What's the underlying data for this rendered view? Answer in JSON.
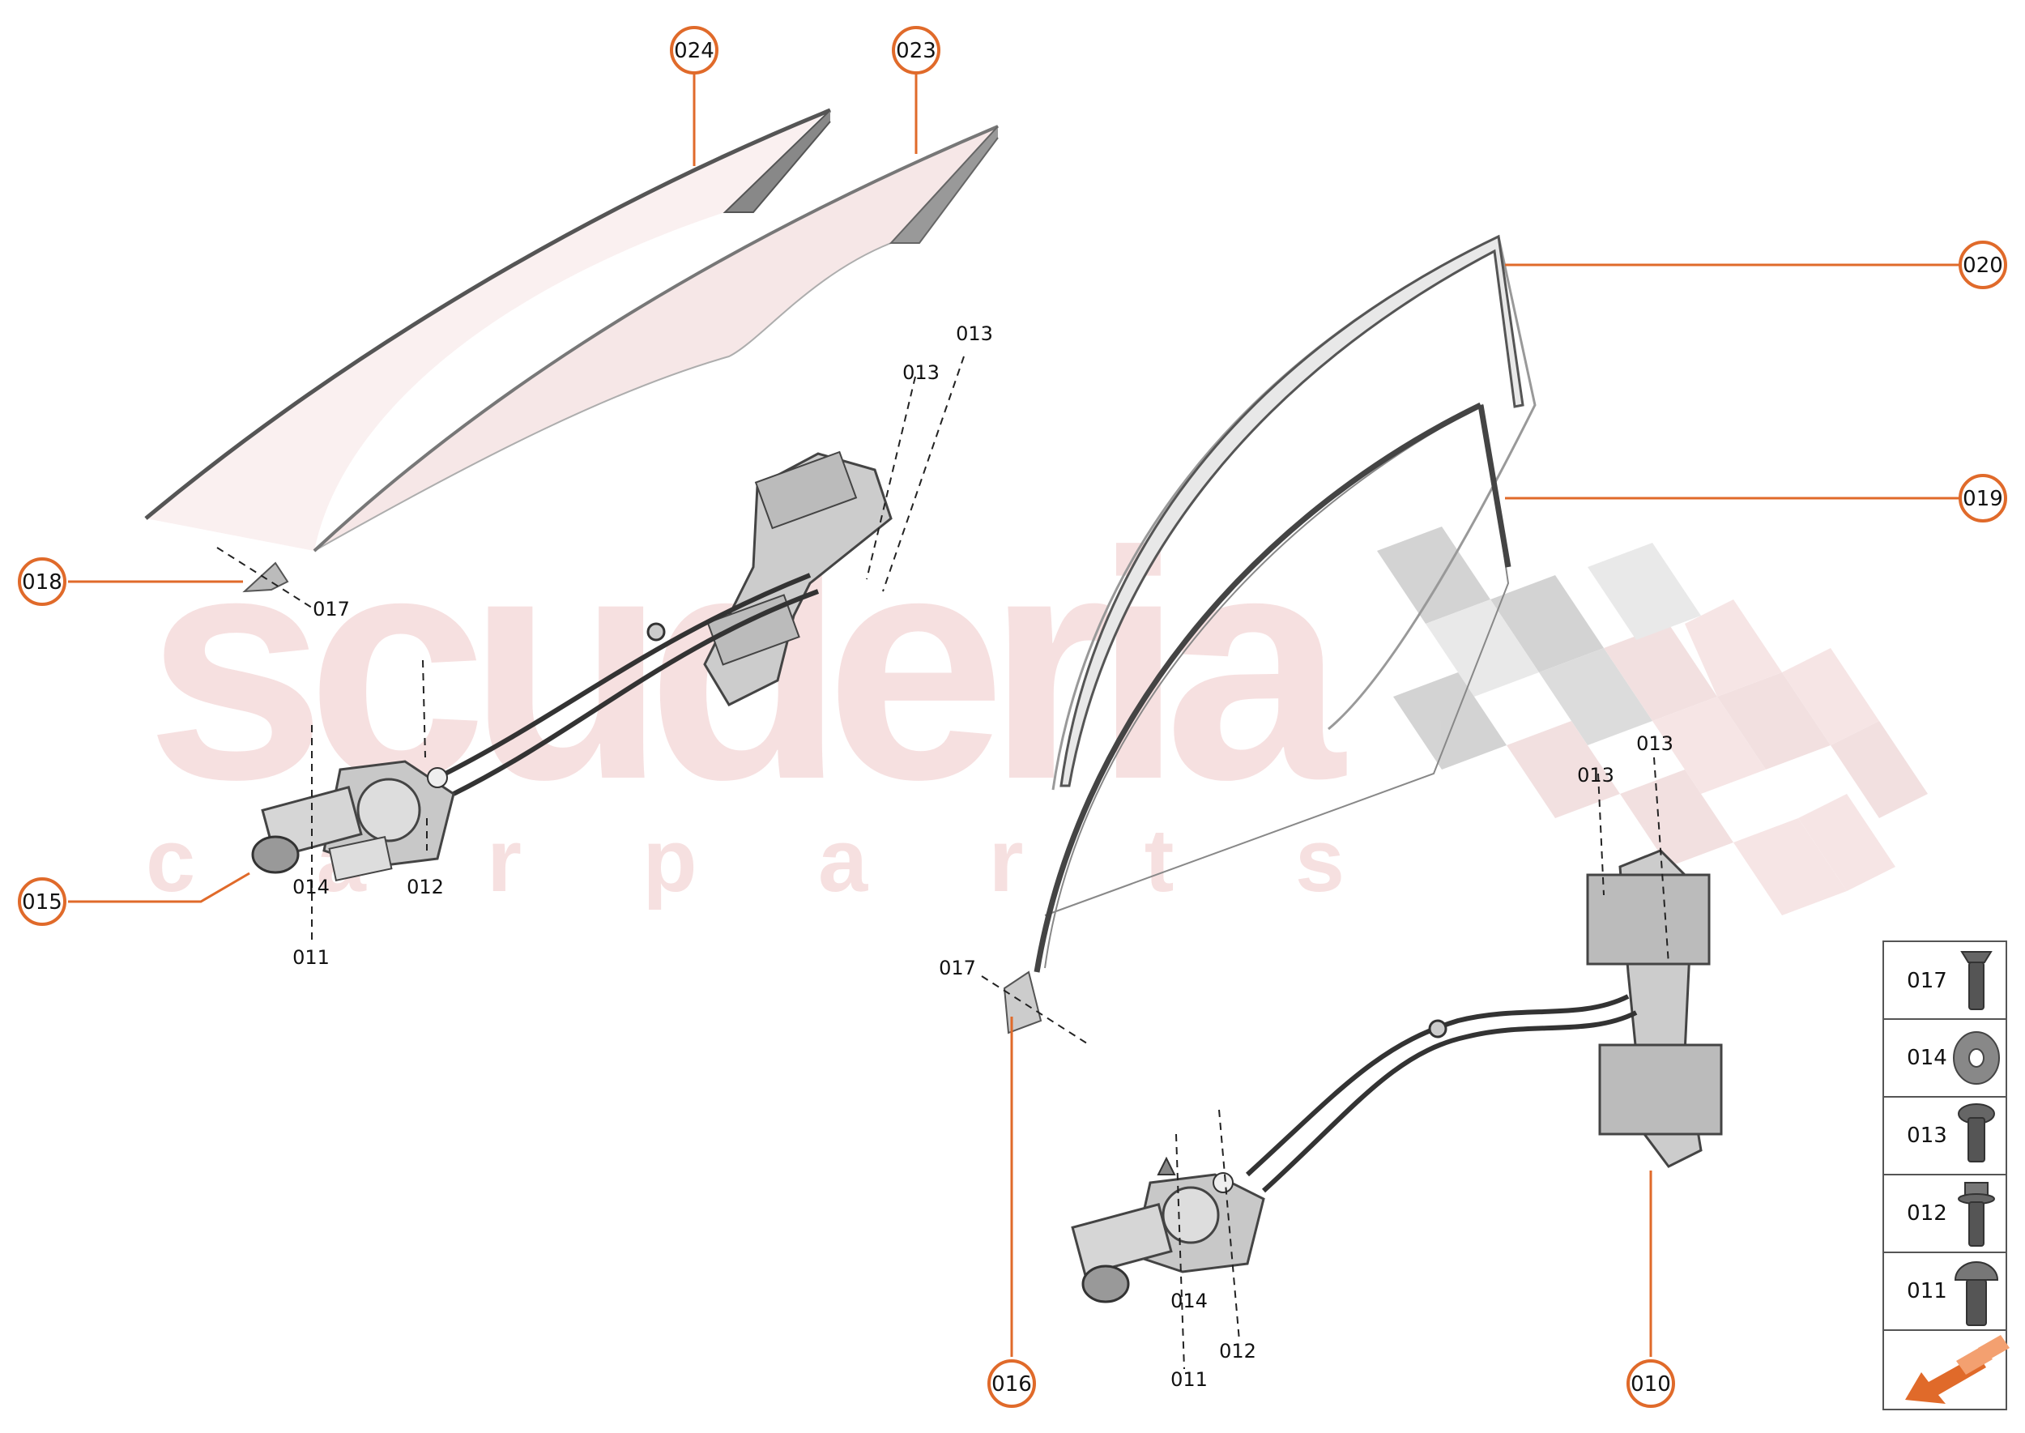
{
  "watermark": {
    "main": "scuderia",
    "sub": "c a r   p a r t s",
    "color": "#e8a8a8"
  },
  "accent": "#e06a2a",
  "callouts": [
    {
      "id": "c024",
      "text": "024"
    },
    {
      "id": "c023",
      "text": "023"
    },
    {
      "id": "c020",
      "text": "020"
    },
    {
      "id": "c019",
      "text": "019"
    },
    {
      "id": "c018",
      "text": "018"
    },
    {
      "id": "c015",
      "text": "015"
    },
    {
      "id": "c016",
      "text": "016"
    },
    {
      "id": "c010",
      "text": "010"
    }
  ],
  "labels": [
    {
      "id": "l013a",
      "text": "013"
    },
    {
      "id": "l013b",
      "text": "013"
    },
    {
      "id": "l017a",
      "text": "017"
    },
    {
      "id": "l014a",
      "text": "014"
    },
    {
      "id": "l012a",
      "text": "012"
    },
    {
      "id": "l011a",
      "text": "011"
    },
    {
      "id": "l017b",
      "text": "017"
    },
    {
      "id": "l013c",
      "text": "013"
    },
    {
      "id": "l013d",
      "text": "013"
    },
    {
      "id": "l014b",
      "text": "014"
    },
    {
      "id": "l012b",
      "text": "012"
    },
    {
      "id": "l011b",
      "text": "011"
    }
  ],
  "legend": {
    "rows": [
      {
        "code": "017",
        "icon": "flat-head-screw-icon"
      },
      {
        "code": "014",
        "icon": "washer-icon"
      },
      {
        "code": "013",
        "icon": "pan-head-screw-icon"
      },
      {
        "code": "012",
        "icon": "hex-flange-bolt-icon"
      },
      {
        "code": "011",
        "icon": "button-head-bolt-icon"
      }
    ],
    "direction_icon": "front-direction-arrow-icon"
  }
}
